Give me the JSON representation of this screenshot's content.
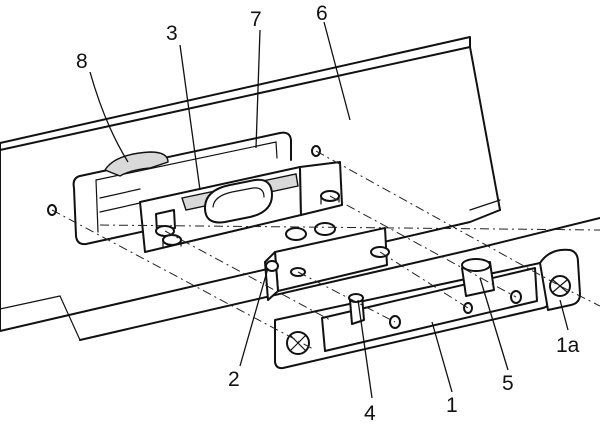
{
  "callouts": [
    {
      "id": "c1",
      "text": "1"
    },
    {
      "id": "c1a",
      "text": "1a"
    },
    {
      "id": "c2",
      "text": "2"
    },
    {
      "id": "c3",
      "text": "3"
    },
    {
      "id": "c4",
      "text": "4"
    },
    {
      "id": "c5",
      "text": "5"
    },
    {
      "id": "c6",
      "text": "6"
    },
    {
      "id": "c7",
      "text": "7"
    },
    {
      "id": "c8",
      "text": "8"
    }
  ]
}
